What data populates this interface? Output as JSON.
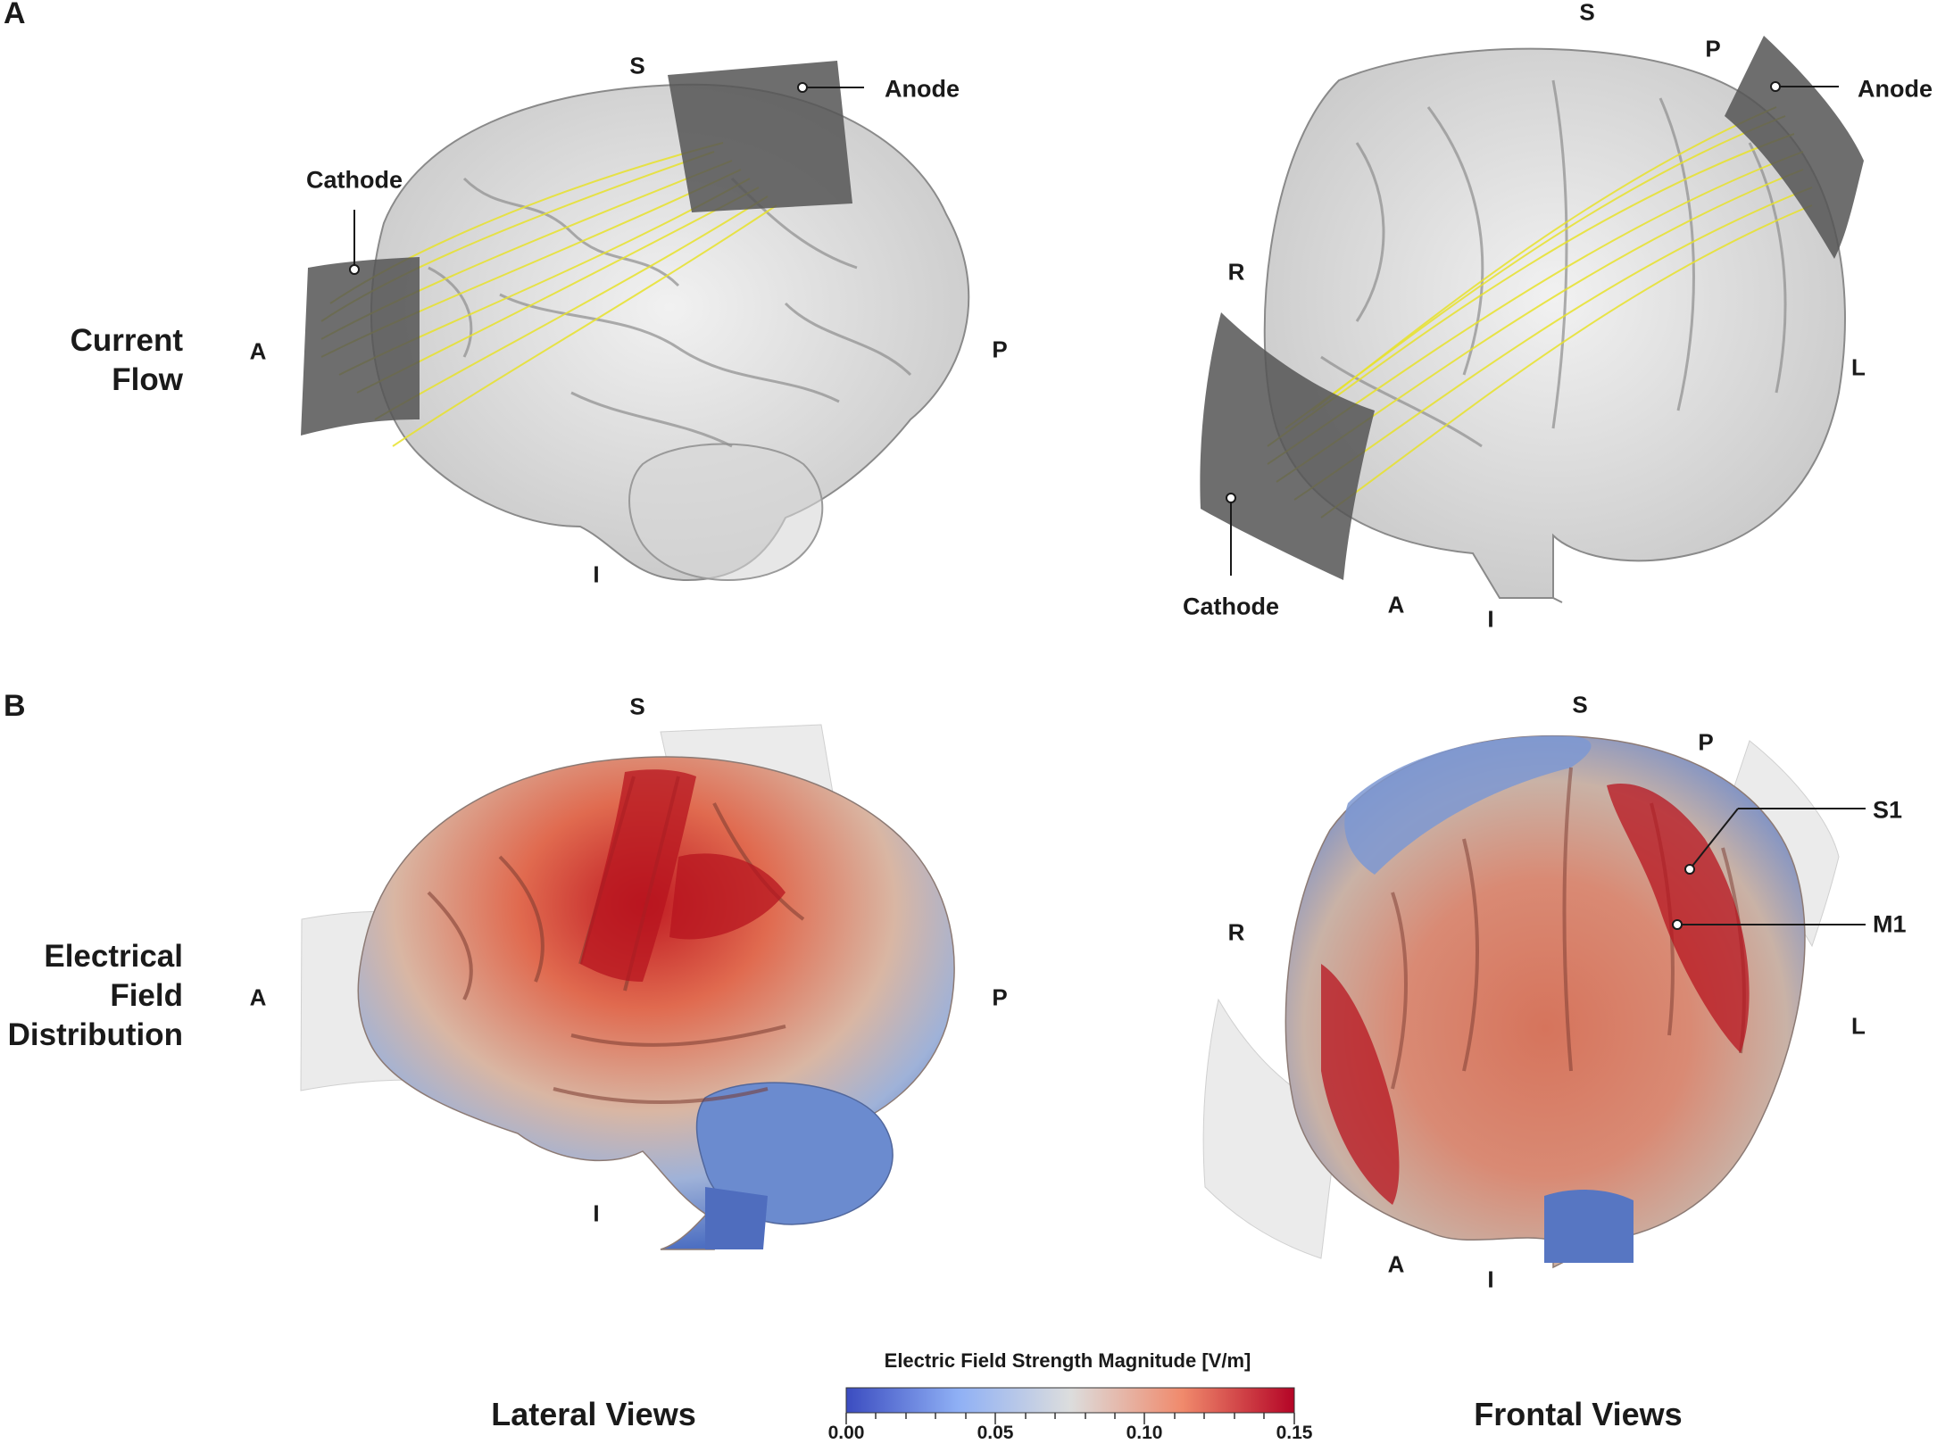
{
  "panels": {
    "a": {
      "letter": "A",
      "row_title_lines": [
        "Current",
        "Flow"
      ],
      "lateral": {
        "orient": {
          "S": "S",
          "A": "A",
          "P": "P",
          "I": "I"
        },
        "anode_label": "Anode",
        "cathode_label": "Cathode"
      },
      "frontal": {
        "orient": {
          "S": "S",
          "P": "P",
          "R": "R",
          "L": "L",
          "A": "A",
          "I": "I"
        },
        "anode_label": "Anode",
        "cathode_label": "Cathode"
      }
    },
    "b": {
      "letter": "B",
      "row_title_lines": [
        "Electrical",
        "Field",
        "Distribution"
      ],
      "lateral": {
        "orient": {
          "S": "S",
          "A": "A",
          "P": "P",
          "I": "I"
        }
      },
      "frontal": {
        "orient": {
          "S": "S",
          "P": "P",
          "R": "R",
          "L": "L",
          "A": "A",
          "I": "I"
        },
        "s1_label": "S1",
        "m1_label": "M1"
      }
    }
  },
  "bottom": {
    "lateral_title": "Lateral Views",
    "frontal_title": "Frontal Views"
  },
  "colorbar": {
    "title": "Electric Field Strength Magnitude [V/m]",
    "ticks": [
      "0.00",
      "0.05",
      "0.10",
      "0.15"
    ],
    "colors": [
      "#3b4cc0",
      "#dcdddd",
      "#b40426"
    ]
  }
}
